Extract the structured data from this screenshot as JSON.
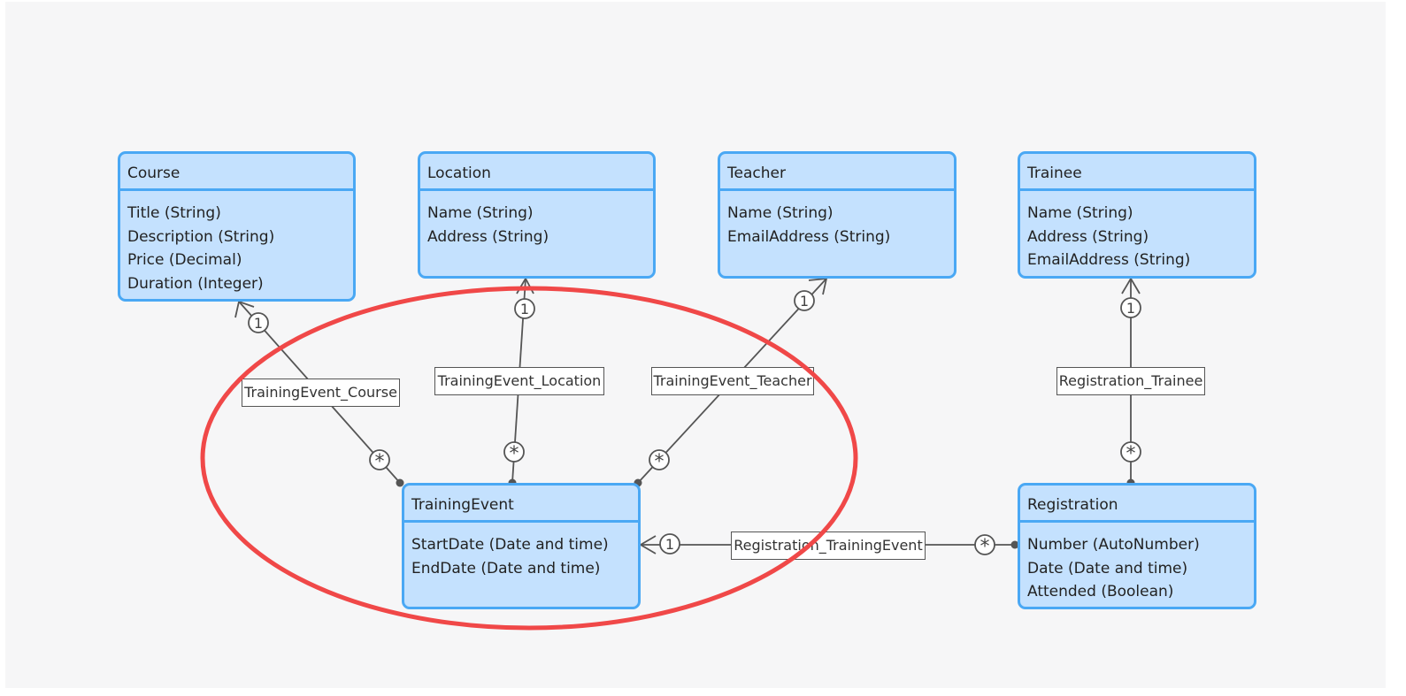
{
  "colors": {
    "entity_fill": "#c4e1fe",
    "entity_border": "#4aa8f4",
    "connector": "#555555",
    "highlight": "#f04848"
  },
  "entities": {
    "course": {
      "name": "Course",
      "attributes": [
        "Title (String)",
        "Description (String)",
        "Price (Decimal)",
        "Duration (Integer)"
      ]
    },
    "location": {
      "name": "Location",
      "attributes": [
        "Name (String)",
        "Address (String)"
      ]
    },
    "teacher": {
      "name": "Teacher",
      "attributes": [
        "Name (String)",
        "EmailAddress (String)"
      ]
    },
    "trainee": {
      "name": "Trainee",
      "attributes": [
        "Name (String)",
        "Address (String)",
        "EmailAddress (String)"
      ]
    },
    "training_event": {
      "name": "TrainingEvent",
      "attributes": [
        "StartDate (Date and time)",
        "EndDate (Date and time)"
      ]
    },
    "registration": {
      "name": "Registration",
      "attributes": [
        "Number (AutoNumber)",
        "Date (Date and time)",
        "Attended (Boolean)"
      ]
    }
  },
  "associations": {
    "course": {
      "label": "TrainingEvent_Course",
      "one": "1",
      "many": "*"
    },
    "location": {
      "label": "TrainingEvent_Location",
      "one": "1",
      "many": "*"
    },
    "teacher": {
      "label": "TrainingEvent_Teacher",
      "one": "1",
      "many": "*"
    },
    "trainee": {
      "label": "Registration_Trainee",
      "one": "1",
      "many": "*"
    },
    "training_event": {
      "label": "Registration_TrainingEvent",
      "one": "1",
      "many": "*"
    }
  },
  "annotations": {
    "highlight_shape": "ellipse"
  }
}
